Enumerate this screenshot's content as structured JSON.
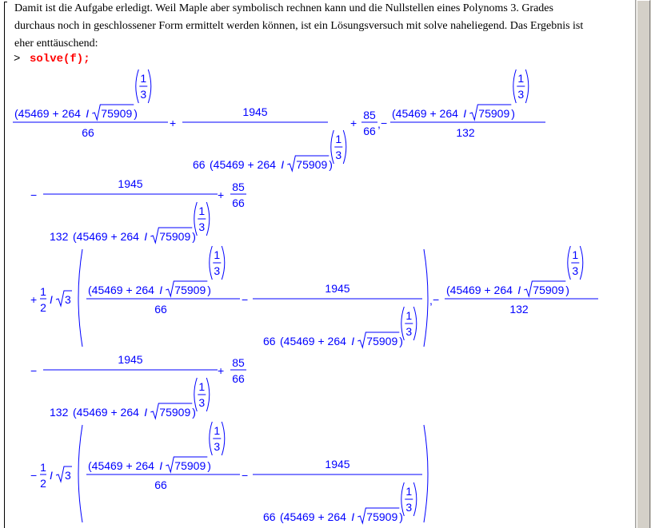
{
  "worksheet": {
    "text_lines": [
      "Damit ist die Aufgabe erledigt. Weil Maple aber symbolisch rechnen kann und die Nullstellen eines Polynoms 3. Grades",
      "durchaus noch in geschlossener Form ermittelt werden können, ist ein Lösungsversuch mit solve naheliegend. Das Ergebnis ist",
      "eher enttäuschend:"
    ],
    "prompt": ">",
    "command": "solve(f);"
  },
  "output": {
    "radicand_base": "45469 + 264 I",
    "sqrt_arg": "75909",
    "exp_num": "1",
    "exp_den": "3",
    "den66": "66",
    "den132": "132",
    "num1945": "1945",
    "coef66": "66",
    "coef132": "132",
    "num85": "85",
    "plus": "+",
    "minus": "−",
    "comma": ",",
    "half_num": "1",
    "half_den": "2",
    "sqrt3_arg": "3",
    "imag_unit": "I"
  },
  "colors": {
    "math": "#0000ff",
    "command": "#ff0000",
    "text": "#000000"
  }
}
